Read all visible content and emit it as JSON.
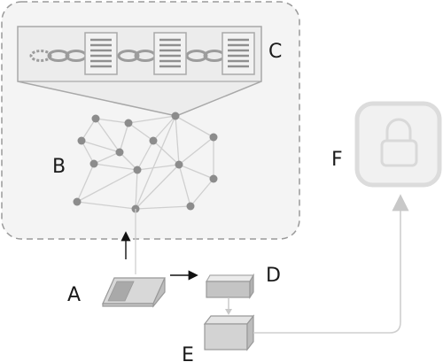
{
  "labels": {
    "A": "A",
    "B": "B",
    "C": "C",
    "D": "D",
    "E": "E",
    "F": "F"
  },
  "icons": {
    "A": "card-reader-icon",
    "B": "network-mesh-icon",
    "C": "blockchain-icon",
    "D": "flat-device-icon",
    "E": "box-icon",
    "F": "lock-icon"
  },
  "colors": {
    "container_fill": "#f4f4f4",
    "container_border": "#9a9a9a",
    "node": "#8c8c8c",
    "edge": "#cfcfcf",
    "arrow": "#111111",
    "connector": "#c8c8c8"
  }
}
